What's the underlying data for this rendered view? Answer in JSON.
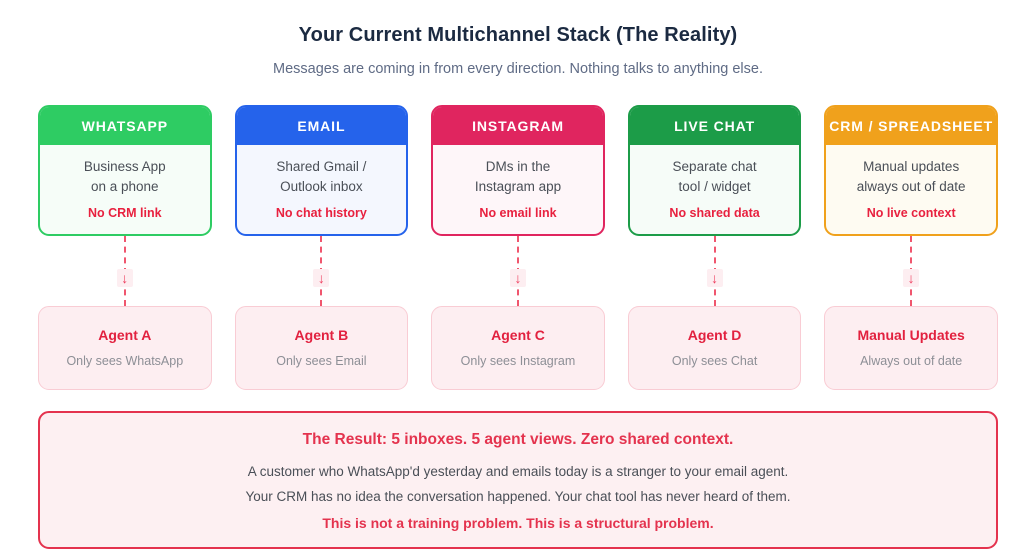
{
  "header": {
    "title": "Your Current Multichannel Stack (The Reality)",
    "subtitle": "Messages are coming in from every direction. Nothing talks to anything else."
  },
  "colors": {
    "whatsapp": "#2ecc63",
    "email": "#2563eb",
    "instagram": "#e0255f",
    "live_chat": "#1c9c48",
    "crm": "#f0a11c",
    "danger": "#e4334e",
    "agent_bg": "#fdeef1",
    "agent_border": "#f9ccd4"
  },
  "channels": [
    {
      "name": "WHATSAPP",
      "desc_line1": "Business App",
      "desc_line2": "on a phone",
      "flaw": "No CRM link",
      "header_bg": "#2ecc63",
      "body_bg": "#f6fdf8",
      "border": "#2ecc63"
    },
    {
      "name": "EMAIL",
      "desc_line1": "Shared Gmail /",
      "desc_line2": "Outlook inbox",
      "flaw": "No chat history",
      "header_bg": "#2563eb",
      "body_bg": "#f4f7fe",
      "border": "#2563eb"
    },
    {
      "name": "INSTAGRAM",
      "desc_line1": "DMs in the",
      "desc_line2": "Instagram app",
      "flaw": "No email link",
      "header_bg": "#e0255f",
      "body_bg": "#fef6f9",
      "border": "#e0255f"
    },
    {
      "name": "LIVE CHAT",
      "desc_line1": "Separate chat",
      "desc_line2": "tool / widget",
      "flaw": "No shared data",
      "header_bg": "#1c9c48",
      "body_bg": "#f6fcf8",
      "border": "#1c9c48"
    },
    {
      "name": "CRM / SPREADSHEET",
      "desc_line1": "Manual updates",
      "desc_line2": "always out of date",
      "flaw": "No live context",
      "header_bg": "#f0a11c",
      "body_bg": "#fefbf2",
      "border": "#f0a11c"
    }
  ],
  "connector": {
    "icon": "down-arrow",
    "glyph": "↓"
  },
  "agents": [
    {
      "name": "Agent A",
      "sees": "Only sees WhatsApp"
    },
    {
      "name": "Agent B",
      "sees": "Only sees Email"
    },
    {
      "name": "Agent C",
      "sees": "Only sees Instagram"
    },
    {
      "name": "Agent D",
      "sees": "Only sees Chat"
    },
    {
      "name": "Manual Updates",
      "sees": "Always out of date"
    }
  ],
  "result": {
    "headline": "The Result: 5 inboxes. 5 agent views. Zero shared context.",
    "line1": "A customer who WhatsApp'd yesterday and emails today is a stranger to your email agent.",
    "line2": "Your CRM has no idea the conversation happened. Your chat tool has never heard of them.",
    "kicker": "This is not a training problem. This is a structural problem."
  }
}
